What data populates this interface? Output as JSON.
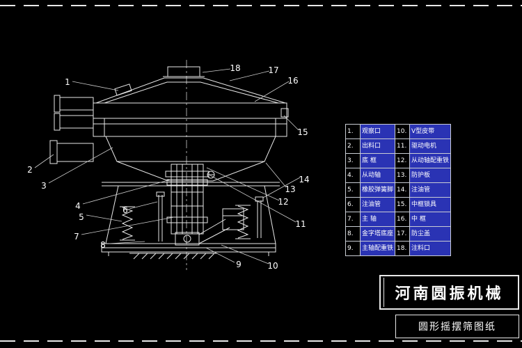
{
  "colors": {
    "background": "#000000",
    "line": "#e9e9e9",
    "highlight_blue": "#2a33b4",
    "text": "#ffffff"
  },
  "callouts": [
    "1",
    "2",
    "3",
    "4",
    "5",
    "6",
    "7",
    "8",
    "9",
    "10",
    "11",
    "12",
    "13",
    "14",
    "15",
    "16",
    "17",
    "18"
  ],
  "parts": {
    "left": [
      {
        "no": "1.",
        "name": "观察口"
      },
      {
        "no": "2.",
        "name": "出料口"
      },
      {
        "no": "3.",
        "name": "底  框"
      },
      {
        "no": "4.",
        "name": "从动轴"
      },
      {
        "no": "5.",
        "name": "橡胶弹簧脚"
      },
      {
        "no": "6.",
        "name": "注油管"
      },
      {
        "no": "7.",
        "name": "主  轴"
      },
      {
        "no": "8.",
        "name": "金字塔底座"
      },
      {
        "no": "9.",
        "name": "主轴配重铁"
      }
    ],
    "right": [
      {
        "no": "10.",
        "name": "V型皮带"
      },
      {
        "no": "11.",
        "name": "驱动电机"
      },
      {
        "no": "12.",
        "name": "从动轴配重铁"
      },
      {
        "no": "13.",
        "name": "防护板"
      },
      {
        "no": "14.",
        "name": "注油管"
      },
      {
        "no": "15.",
        "name": "中框锁具"
      },
      {
        "no": "16.",
        "name": "中  框"
      },
      {
        "no": "17.",
        "name": "防尘盖"
      },
      {
        "no": "18.",
        "name": "注料口"
      }
    ]
  },
  "titles": {
    "company": "河南圆振机械",
    "drawing": "圆形摇摆筛图纸"
  }
}
